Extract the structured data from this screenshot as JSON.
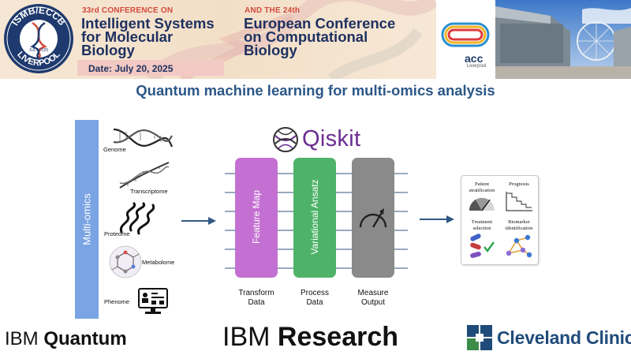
{
  "banner": {
    "conference_pre": "33rd CONFERENCE ON",
    "conference_name": [
      "Intelligent Systems",
      "for Molecular",
      "Biology"
    ],
    "joint_pre": "AND THE 24th",
    "joint_name": [
      "European Conference",
      "on Computational",
      "Biology"
    ],
    "date": "Date: July 20, 2025",
    "logo_top": "ISMB/ECCB",
    "logo_bottom": "LIVERPOOL",
    "logo_year": "JULY 2025",
    "venue_logo": "acc",
    "venue_logo_sub": "Liverpool"
  },
  "title": "Quantum machine learning for multi-omics analysis",
  "omics": {
    "bar_label": "Multi-omics",
    "items": [
      "Genome",
      "Transcriptome",
      "Proteome",
      "Metabolome",
      "Phenome"
    ]
  },
  "pipeline": {
    "framework": "Qiskit",
    "blocks": [
      {
        "label": "Feature Map",
        "caption": [
          "Transform",
          "Data"
        ],
        "color": "#c470d2"
      },
      {
        "label": "Variational Ansatz",
        "caption": [
          "Process",
          "Data"
        ],
        "color": "#4eb369"
      },
      {
        "label": "",
        "caption": [
          "Measure",
          "Output"
        ],
        "color": "#8a8a8a"
      }
    ],
    "line_color": "#31557f"
  },
  "outcomes": {
    "items": [
      [
        "Patient",
        "stratification"
      ],
      [
        "Prognosis"
      ],
      [
        "Treatment",
        "selection"
      ],
      [
        "Biomarker",
        "identification"
      ]
    ]
  },
  "logos": {
    "ibm_quantum_prefix": "IBM",
    "ibm_quantum_suffix": "Quantum",
    "ibm_research_prefix": "IBM",
    "ibm_research_suffix": "Research",
    "cleveland": "Cleveland Clinic"
  }
}
